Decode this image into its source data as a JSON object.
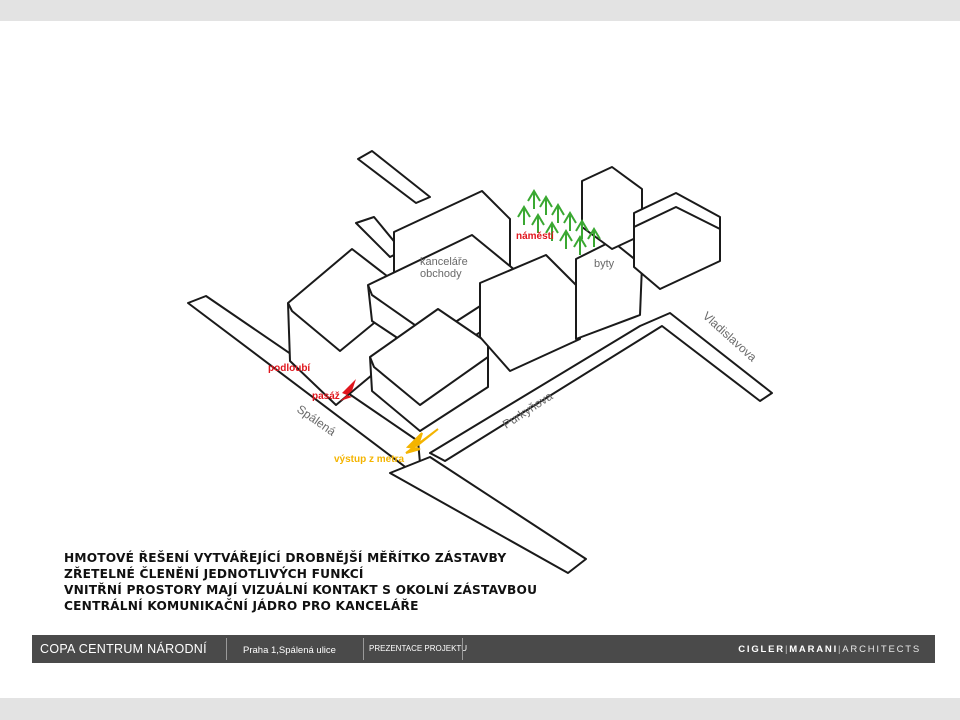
{
  "diagram": {
    "labels": {
      "offices": "kanceláře",
      "shops": "obchody",
      "square": "náměstí",
      "flats": "byty",
      "arcade": "podloubí",
      "passage": "pasáž",
      "metro_exit": "výstup z metra"
    },
    "streets": {
      "spalena": "Spálená",
      "purkynova": "Purkyňova",
      "vladislavova": "Vladislavova"
    },
    "colors": {
      "arcade_arrow": "#e0161d",
      "metro_arrow": "#f4b400",
      "trees": "#3aa832"
    }
  },
  "bullets": [
    "HMOTOVÉ ŘEŠENÍ VYTVÁŘEJÍCÍ DROBNĚJŠÍ MĚŘÍTKO ZÁSTAVBY",
    "ZŘETELNÉ ČLENĚNÍ JEDNOTLIVÝCH FUNKCÍ",
    "VNITŘNÍ PROSTORY MAJÍ VIZUÁLNÍ KONTAKT S OKOLNÍ ZÁSTAVBOU",
    "CENTRÁLNÍ KOMUNIKAČNÍ JÁDRO PRO KANCELÁŘE"
  ],
  "footer": {
    "project": "COPA CENTRUM NÁRODNÍ",
    "place": "Praha 1,Spálená ulice",
    "doc_type": "PREZENTACE PROJEKTU",
    "brand_a": "CIGLER",
    "brand_b": "MARANI",
    "brand_c": "ARCHITECTS"
  }
}
